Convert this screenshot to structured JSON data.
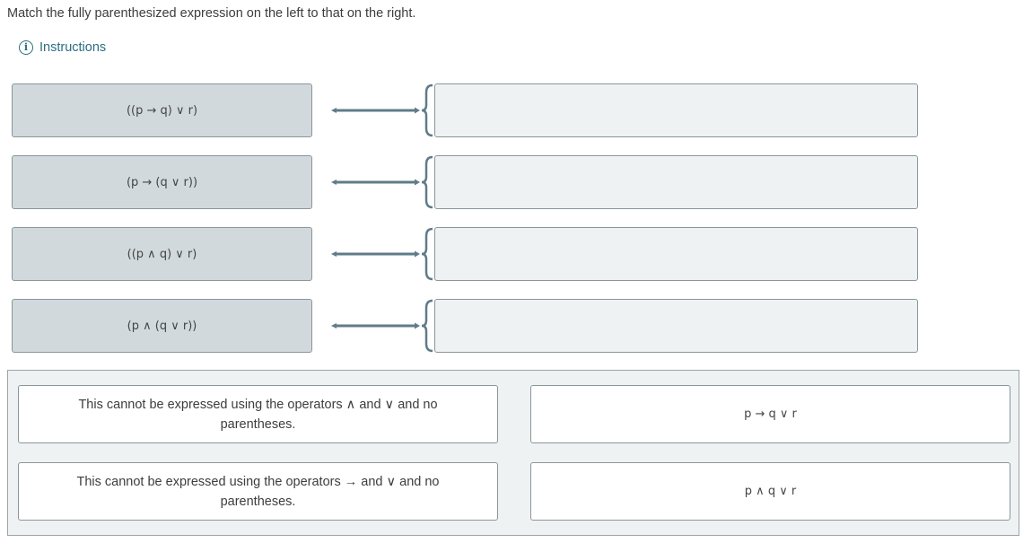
{
  "prompt": "Match the fully parenthesized expression on the left to that on the right.",
  "instructions": {
    "icon": "info-icon",
    "label": "Instructions"
  },
  "prompts": [
    {
      "expr": "((p → q) ∨ r)"
    },
    {
      "expr": "(p → (q ∨ r))"
    },
    {
      "expr": "((p ∧ q) ∨ r)"
    },
    {
      "expr": "(p ∧ (q ∨ r))"
    }
  ],
  "answers": [
    {
      "text": "This cannot be expressed using the operators ∧ and ∨ and no parentheses."
    },
    {
      "text": "p → q ∨ r"
    },
    {
      "text": "This cannot be expressed using the operators → and ∨ and no parentheses."
    },
    {
      "text": "p ∧ q ∨ r"
    }
  ],
  "colors": {
    "accent": "#2c6e83",
    "prompt_bg": "#d2d9dc",
    "target_bg": "#eef2f3",
    "connector": "#5f7c88"
  }
}
